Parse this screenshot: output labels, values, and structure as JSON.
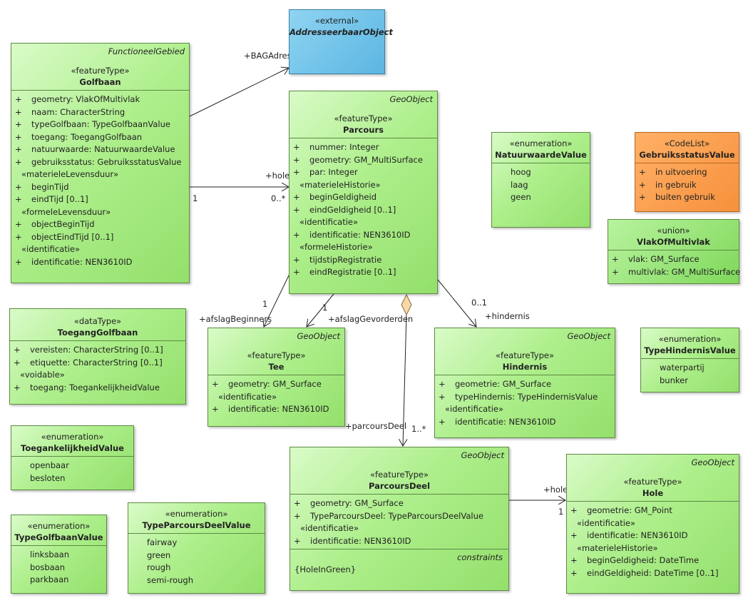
{
  "classes": {
    "addresseerbaar": {
      "stereotype": "«external»",
      "name": "AddresseerbaarObject"
    },
    "golfbaan": {
      "parent": "FunctioneelGebied",
      "stereotype": "«featureType»",
      "name": "Golfbaan",
      "attributes": [
        {
          "vis": "+",
          "text": "geometry: VlakOfMultivlak"
        },
        {
          "vis": "+",
          "text": "naam: CharacterString"
        },
        {
          "vis": "+",
          "text": "typeGolfbaan: TypeGolfbaanValue"
        },
        {
          "vis": "+",
          "text": "toegang: ToegangGolfbaan"
        },
        {
          "vis": "+",
          "text": "natuurwaarde: NatuurwaardeValue"
        },
        {
          "vis": "+",
          "text": "gebruiksstatus: GebruiksstatusValue"
        }
      ],
      "group1": "«materieleLevensduur»",
      "group1_attrs": [
        {
          "vis": "+",
          "text": "beginTijd"
        },
        {
          "vis": "+",
          "text": "eindTijd [0..1]"
        }
      ],
      "group2": "«formeleLevensduur»",
      "group2_attrs": [
        {
          "vis": "+",
          "text": "objectBeginTijd"
        },
        {
          "vis": "+",
          "text": "objectEindTijd [0..1]"
        }
      ],
      "group3": "«identificatie»",
      "group3_attrs": [
        {
          "vis": "+",
          "text": "identificatie: NEN3610ID"
        }
      ]
    },
    "parcours": {
      "parent": "GeoObject",
      "stereotype": "«featureType»",
      "name": "Parcours",
      "attributes": [
        {
          "vis": "+",
          "text": "nummer: Integer"
        },
        {
          "vis": "+",
          "text": "geometry: GM_MultiSurface"
        },
        {
          "vis": "+",
          "text": "par: Integer"
        }
      ],
      "group1": "«materieleHistorie»",
      "group1_attrs": [
        {
          "vis": "+",
          "text": "beginGeldigheid"
        },
        {
          "vis": "+",
          "text": "eindGeldigheid [0..1]"
        }
      ],
      "group2": "«identificatie»",
      "group2_attrs": [
        {
          "vis": "+",
          "text": "identificatie: NEN3610ID"
        }
      ],
      "group3": "«formeleHistorie»",
      "group3_attrs": [
        {
          "vis": "+",
          "text": "tijdstipRegistratie"
        },
        {
          "vis": "+",
          "text": "eindRegistratie [0..1]"
        }
      ]
    },
    "natuurwaarde": {
      "stereotype": "«enumeration»",
      "name": "NatuurwaardeValue",
      "literals": [
        "hoog",
        "laag",
        "geen"
      ]
    },
    "gebruiksstatus": {
      "stereotype": "«CodeList»",
      "name": "GebruiksstatusValue",
      "attributes": [
        {
          "vis": "+",
          "text": "in uitvoering"
        },
        {
          "vis": "+",
          "text": "in gebruik"
        },
        {
          "vis": "+",
          "text": "buiten gebruik"
        }
      ]
    },
    "vlakofmultivlak": {
      "stereotype": "«union»",
      "name": "VlakOfMultivlak",
      "attributes": [
        {
          "vis": "+",
          "text": "vlak: GM_Surface"
        },
        {
          "vis": "+",
          "text": "multivlak: GM_MultiSurface"
        }
      ]
    },
    "toeganggolfbaan": {
      "stereotype": "«dataType»",
      "name": "ToegangGolfbaan",
      "attributes": [
        {
          "vis": "+",
          "text": "vereisten: CharacterString [0..1]"
        },
        {
          "vis": "+",
          "text": "etiquette: CharacterString [0..1]"
        }
      ],
      "group1": "«voidable»",
      "group1_attrs": [
        {
          "vis": "+",
          "text": "toegang: ToegankelijkheidValue"
        }
      ]
    },
    "tee": {
      "parent": "GeoObject",
      "stereotype": "«featureType»",
      "name": "Tee",
      "attributes": [
        {
          "vis": "+",
          "text": "geometry: GM_Surface"
        }
      ],
      "group1": "«identificatie»",
      "group1_attrs": [
        {
          "vis": "+",
          "text": "identificatie: NEN3610ID"
        }
      ]
    },
    "hindernis": {
      "parent": "GeoObject",
      "stereotype": "«featureType»",
      "name": "Hindernis",
      "attributes": [
        {
          "vis": "+",
          "text": "geometrie: GM_Surface"
        },
        {
          "vis": "+",
          "text": "typeHindernis: TypeHindernisValue"
        }
      ],
      "group1": "«identificatie»",
      "group1_attrs": [
        {
          "vis": "+",
          "text": "identificatie: NEN3610ID"
        }
      ]
    },
    "typehindernis": {
      "stereotype": "«enumeration»",
      "name": "TypeHindernisValue",
      "literals": [
        "waterpartij",
        "bunker"
      ]
    },
    "toegankelijkheid": {
      "stereotype": "«enumeration»",
      "name": "ToegankelijkheidValue",
      "literals": [
        "openbaar",
        "besloten"
      ]
    },
    "typegolfbaan": {
      "stereotype": "«enumeration»",
      "name": "TypeGolfbaanValue",
      "literals": [
        "linksbaan",
        "bosbaan",
        "parkbaan"
      ]
    },
    "typeparcoursdeel": {
      "stereotype": "«enumeration»",
      "name": "TypeParcoursDeelValue",
      "literals": [
        "fairway",
        "green",
        "rough",
        "semi-rough"
      ]
    },
    "parcoursdeel": {
      "parent": "GeoObject",
      "stereotype": "«featureType»",
      "name": "ParcoursDeel",
      "attributes": [
        {
          "vis": "+",
          "text": "geometry: GM_Surface"
        },
        {
          "vis": "+",
          "text": "TypeParcoursDeel: TypeParcoursDeelValue"
        }
      ],
      "group1": "«identificatie»",
      "group1_attrs": [
        {
          "vis": "+",
          "text": "identificatie: NEN3610ID"
        }
      ],
      "constraints_title": "constraints",
      "constraints": [
        "{HoleInGreen}"
      ]
    },
    "hole": {
      "parent": "GeoObject",
      "stereotype": "«featureType»",
      "name": "Hole",
      "attributes": [
        {
          "vis": "+",
          "text": "geometrie: GM_Point"
        }
      ],
      "group1": "«identificatie»",
      "group1_attrs": [
        {
          "vis": "+",
          "text": "identificatie: NEN3610ID"
        }
      ],
      "group2": "«materieleHistorie»",
      "group2_attrs": [
        {
          "vis": "+",
          "text": "beginGeldigheid: DateTime"
        },
        {
          "vis": "+",
          "text": "eindGeldigheid: DateTime [0..1]"
        }
      ]
    }
  },
  "associations": {
    "bagadres": "+BAGAdres",
    "hole_role": "+hole",
    "hole_mult_src": "1",
    "hole_mult_tgt": "0..*",
    "afslag_begin": "+afslagBeginners",
    "afslag_begin_mult": "1",
    "tee_mult": "1",
    "afslag_gev": "+afslagGevorderden",
    "hindernis_role": "+hindernis",
    "hindernis_mult": "0..1",
    "parcoursdeel_role": "+parcoursDeel",
    "parcoursdeel_mult": "1..*",
    "pd_hole_role": "+hole",
    "pd_hole_mult": "1"
  }
}
